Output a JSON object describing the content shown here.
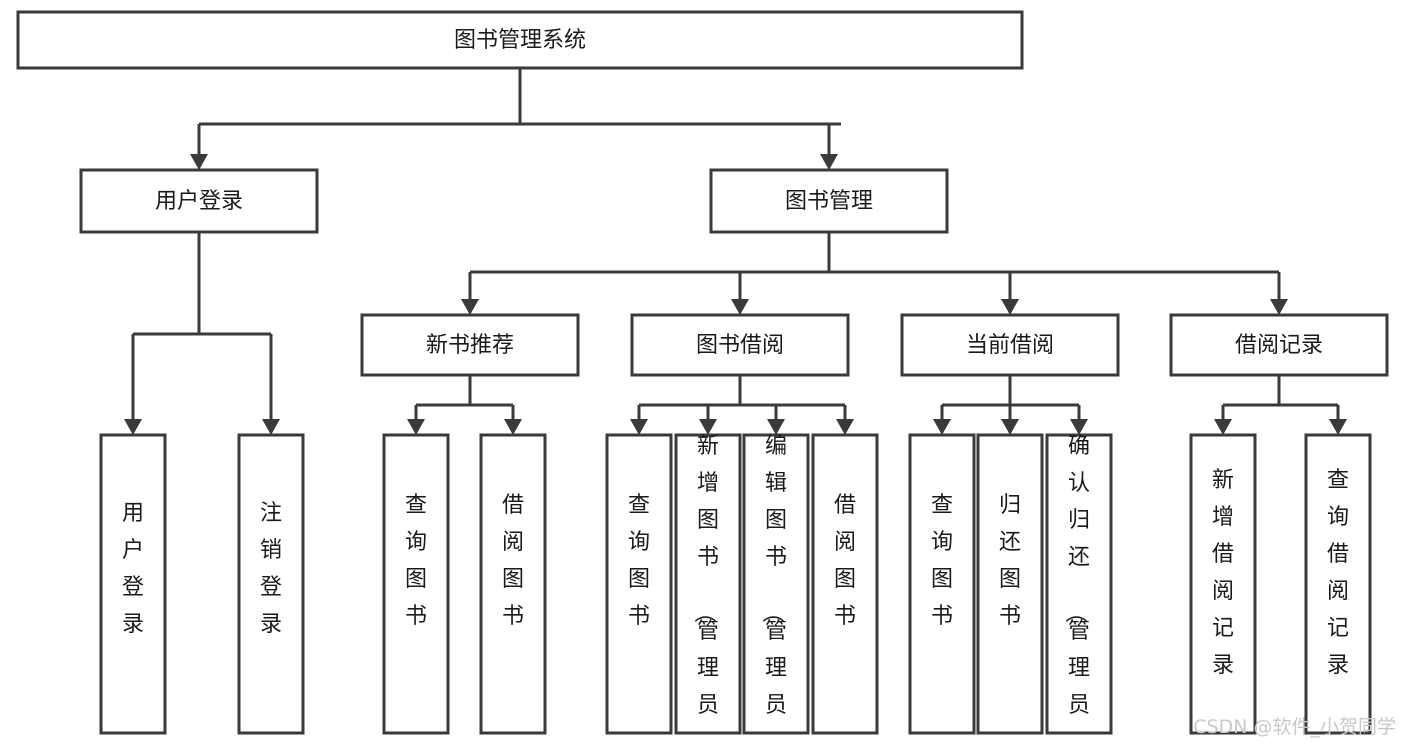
{
  "diagram": {
    "title": "图书管理系统",
    "type": "hierarchy-tree",
    "root": {
      "label": "图书管理系统"
    },
    "level2": [
      {
        "label": "用户登录"
      },
      {
        "label": "图书管理"
      }
    ],
    "level3": [
      {
        "label": "新书推荐"
      },
      {
        "label": "图书借阅"
      },
      {
        "label": "当前借阅"
      },
      {
        "label": "借阅记录"
      }
    ],
    "leaves": {
      "user_login": [
        {
          "label": "用户登录"
        },
        {
          "label": "注销登录"
        }
      ],
      "new_book_recommend": [
        {
          "label": "查询图书"
        },
        {
          "label": "借阅图书"
        }
      ],
      "book_borrow": [
        {
          "label": "查询图书"
        },
        {
          "label": "新增图书（管理员）"
        },
        {
          "label": "编辑图书（管理员）"
        },
        {
          "label": "借阅图书"
        }
      ],
      "current_borrow": [
        {
          "label": "查询图书"
        },
        {
          "label": "归还图书"
        },
        {
          "label": "确认归还（管理员）"
        }
      ],
      "borrow_record": [
        {
          "label": "新增借阅记录"
        },
        {
          "label": "查询借阅记录"
        }
      ]
    }
  },
  "watermark": {
    "text": "CSDN @软件_小贺同学"
  },
  "colors": {
    "stroke": "#3a3a3a",
    "box_fill": "#ffffff",
    "text": "#1a1a1a",
    "watermark": "#c9c9c9",
    "background": "#ffffff"
  }
}
